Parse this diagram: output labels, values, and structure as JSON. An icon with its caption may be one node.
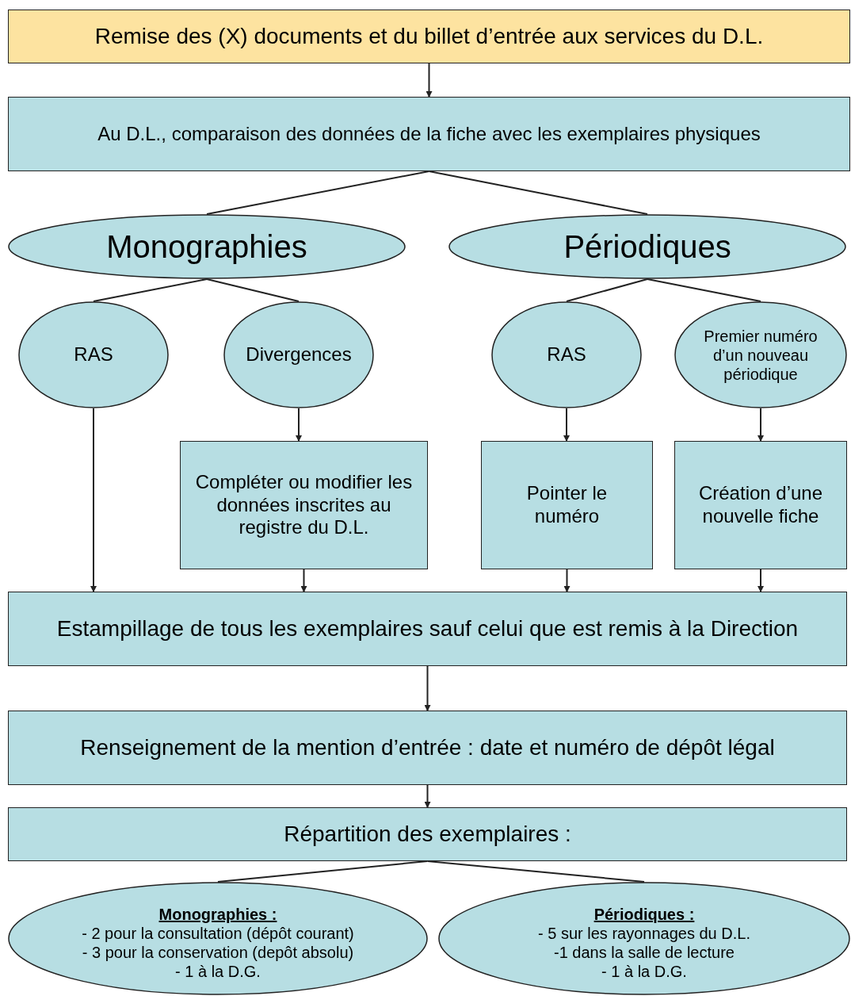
{
  "diagram": {
    "nodes": [
      {
        "text": [
          "Remise des (X) documents et du billet d’entrée aux services du D.L."
        ]
      },
      {
        "text": [
          "Au D.L., comparaison des données de la fiche avec les exemplaires physiques"
        ]
      },
      {
        "text": [
          "Monographies"
        ]
      },
      {
        "text": [
          "Périodiques"
        ]
      },
      {
        "text": [
          "RAS"
        ]
      },
      {
        "text": [
          "Divergences"
        ]
      },
      {
        "text": [
          "RAS"
        ]
      },
      {
        "text": [
          "Premier numéro d’un nouveau périodique"
        ]
      },
      {
        "text": [
          "Compléter ou modifier les données inscrites au registre du D.L."
        ]
      },
      {
        "text": [
          "Pointer le numéro"
        ]
      },
      {
        "text": [
          "Création d’une nouvelle fiche"
        ]
      },
      {
        "text": [
          "Estampillage de tous les exemplaires sauf celui que est remis à la Direction"
        ]
      },
      {
        "text": [
          "Renseignement de la mention d’entrée : date et numéro de dépôt légal"
        ]
      },
      {
        "text": [
          "Répartition des exemplaires :"
        ]
      },
      {
        "text": [
          "Monographies :",
          "- 2 pour la consultation (dépôt courant)",
          "- 3 pour la conservation (depôt absolu)",
          "- 1 à la D.G."
        ]
      },
      {
        "text": [
          "Périodiques :",
          "- 5 sur les rayonnages du D.L.",
          "-1 dans la salle de lecture",
          "- 1 à la D.G."
        ]
      }
    ],
    "edges": [
      {
        "from": 0,
        "to": 1,
        "arrow": "to"
      },
      {
        "from": 1,
        "to": 2,
        "arrow": "none"
      },
      {
        "from": 1,
        "to": 3,
        "arrow": "none"
      },
      {
        "from": 2,
        "to": 4,
        "arrow": "none"
      },
      {
        "from": 2,
        "to": 5,
        "arrow": "none"
      },
      {
        "from": 3,
        "to": 6,
        "arrow": "none"
      },
      {
        "from": 3,
        "to": 7,
        "arrow": "none"
      },
      {
        "from": 4,
        "to": 11,
        "arrow": "to"
      },
      {
        "from": 5,
        "to": 8,
        "arrow": "to"
      },
      {
        "from": 6,
        "to": 9,
        "arrow": "to"
      },
      {
        "from": 7,
        "to": 10,
        "arrow": "to"
      },
      {
        "from": 8,
        "to": 11,
        "arrow": "to"
      },
      {
        "from": 9,
        "to": 11,
        "arrow": "to"
      },
      {
        "from": 10,
        "to": 11,
        "arrow": "to"
      },
      {
        "from": 11,
        "to": 12,
        "arrow": "to"
      },
      {
        "from": 12,
        "to": 13,
        "arrow": "to"
      },
      {
        "from": 13,
        "to": 14,
        "arrow": "none"
      },
      {
        "from": 13,
        "to": 15,
        "arrow": "none"
      }
    ]
  }
}
